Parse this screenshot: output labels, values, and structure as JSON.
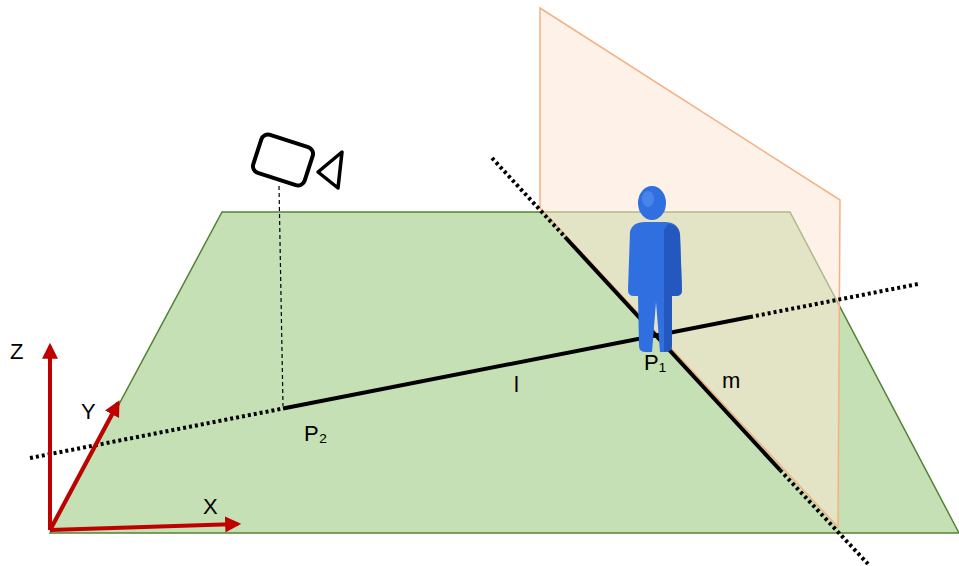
{
  "diagram": {
    "labels": [
      "Z",
      "Y",
      "X",
      "P₂",
      "l",
      "P₁",
      "m"
    ]
  }
}
